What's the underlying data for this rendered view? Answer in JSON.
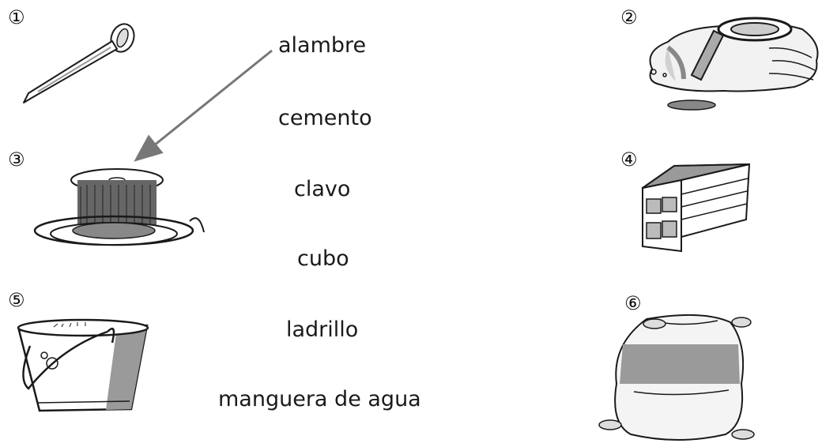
{
  "items": [
    {
      "number": "①",
      "icon": "nail-icon"
    },
    {
      "number": "②",
      "icon": "cement-bag-icon"
    },
    {
      "number": "③",
      "icon": "wire-spool-icon"
    },
    {
      "number": "④",
      "icon": "brick-icon"
    },
    {
      "number": "⑤",
      "icon": "bucket-icon"
    },
    {
      "number": "⑥",
      "icon": "sack-icon"
    }
  ],
  "words": [
    "alambre",
    "cemento",
    "clavo",
    "cubo",
    "ladrillo",
    "manguera de agua"
  ],
  "colors": {
    "ink": "#1a1a1a",
    "arrow": "#777777",
    "shade": "#9a9a9a"
  }
}
